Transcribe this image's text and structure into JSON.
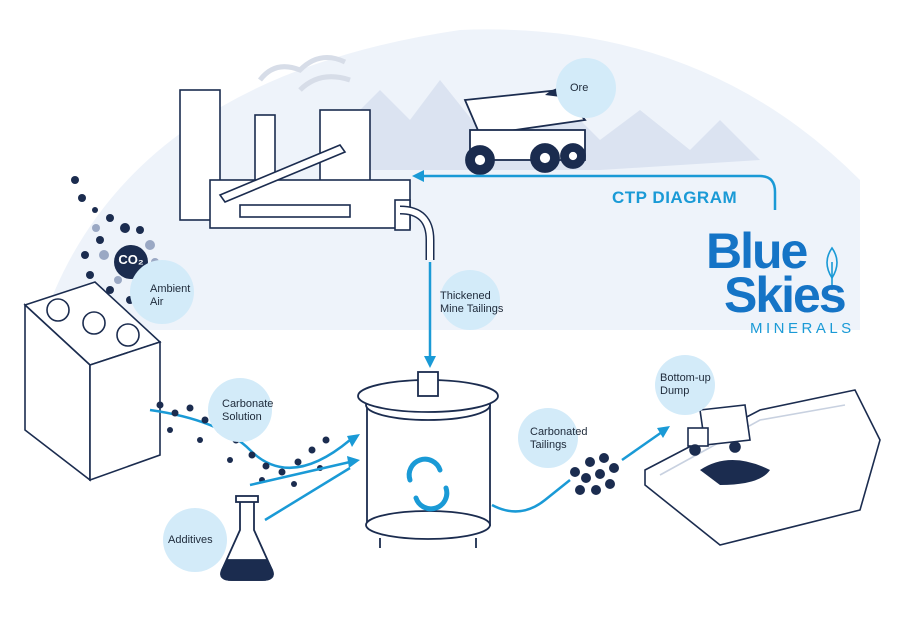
{
  "diagram": {
    "title": "CTP DIAGRAM",
    "brand": {
      "line1": "Blue",
      "line2": "Skies",
      "line3": "MINERALS"
    },
    "co2": "CO₂",
    "nodes": [
      {
        "id": "ore",
        "lines": [
          "Ore"
        ]
      },
      {
        "id": "ambient-air",
        "lines": [
          "Ambient",
          "Air"
        ]
      },
      {
        "id": "thickened",
        "lines": [
          "Thickened",
          "Mine Tailings"
        ]
      },
      {
        "id": "carbonate",
        "lines": [
          "Carbonate",
          "Solution"
        ]
      },
      {
        "id": "carbonated",
        "lines": [
          "Carbonated",
          "Tailings"
        ]
      },
      {
        "id": "bottom-up",
        "lines": [
          "Bottom-up",
          "Dump"
        ]
      },
      {
        "id": "additives",
        "lines": [
          "Additives"
        ]
      }
    ]
  },
  "colors": {
    "accent": "#1a9ad6",
    "brand": "#1574c6",
    "navy": "#1b2c4f",
    "bubble": "#d3ebf9",
    "sky": "#eef3fa"
  }
}
